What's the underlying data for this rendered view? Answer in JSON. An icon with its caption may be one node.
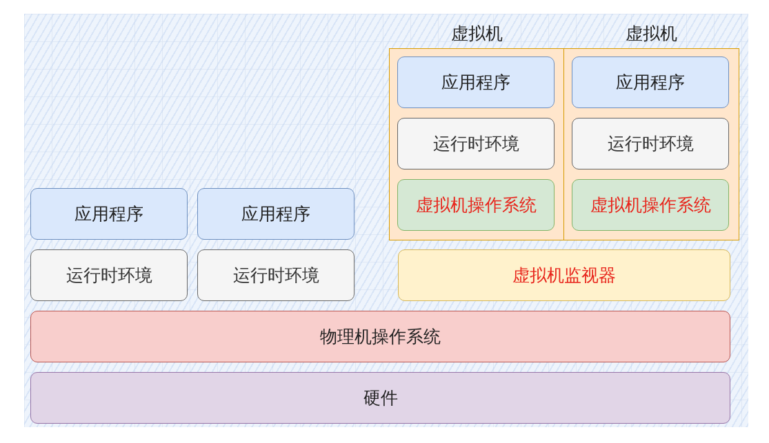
{
  "diagram": {
    "nodes": [
      {
        "text": [
          "虚拟机"
        ]
      },
      {
        "text": [
          "虚拟机"
        ]
      },
      {
        "text": [
          "应用程序"
        ],
        "in": 0
      },
      {
        "text": [
          "运行时环境"
        ],
        "in": 0
      },
      {
        "text": [
          "虚拟机操作系统"
        ],
        "in": 0
      },
      {
        "text": [
          "应用程序"
        ],
        "in": 1
      },
      {
        "text": [
          "运行时环境"
        ],
        "in": 1
      },
      {
        "text": [
          "虚拟机操作系统"
        ],
        "in": 1
      },
      {
        "text": [
          "应用程序"
        ]
      },
      {
        "text": [
          "应用程序"
        ]
      },
      {
        "text": [
          "运行时环境"
        ]
      },
      {
        "text": [
          "运行时环境"
        ]
      },
      {
        "text": [
          "虚拟机监视器"
        ]
      },
      {
        "text": [
          "物理机操作系统"
        ]
      },
      {
        "text": [
          "硬件"
        ]
      }
    ]
  }
}
